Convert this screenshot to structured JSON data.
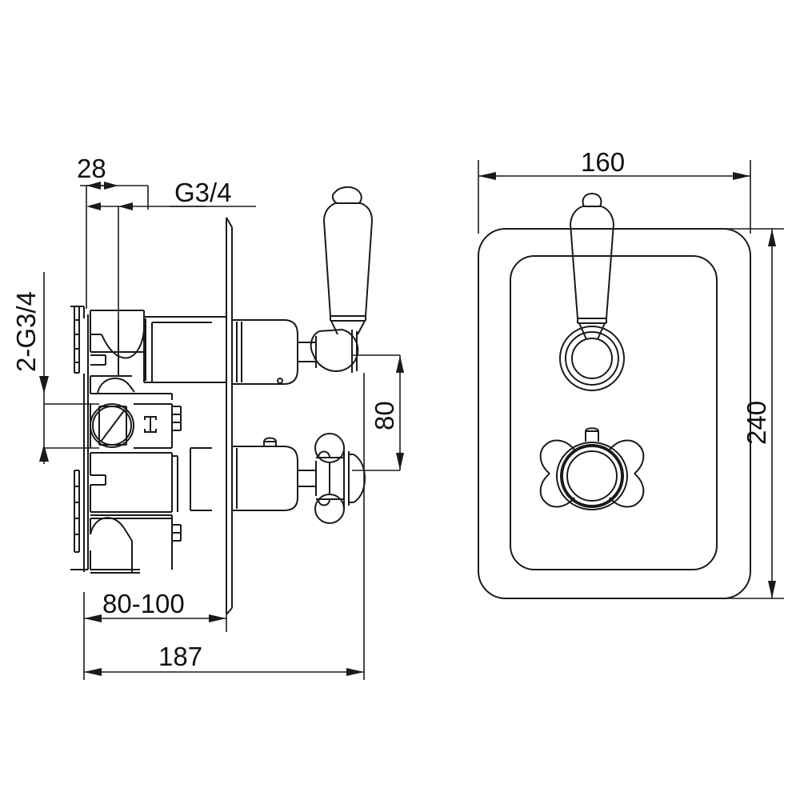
{
  "drawing": {
    "type": "technical-engineering-drawing",
    "subject": "Concealed thermostatic shower valve",
    "units": "mm",
    "line_color": "#1a1a1a",
    "background_color": "#ffffff",
    "views": [
      {
        "id": "side-section",
        "name": "Side section view",
        "position": "left"
      },
      {
        "id": "front-elevation",
        "name": "Front elevation view",
        "position": "right"
      }
    ]
  },
  "dimensions": {
    "depth_total": "187",
    "wall_thickness_range": "80-100",
    "inlet_offset": "28",
    "handle_spacing": "80",
    "plate_width": "160",
    "plate_height": "240"
  },
  "callouts": {
    "outlet_thread": "G3/4",
    "inlet_threads": "2-G3/4"
  },
  "components": {
    "lever_handle": "lever-handle",
    "cross_handle": "cross-handle",
    "face_plate": "face-plate",
    "valve_body": "valve-body",
    "inlet_port": "inlet-port",
    "outlet_port": "outlet-port"
  }
}
